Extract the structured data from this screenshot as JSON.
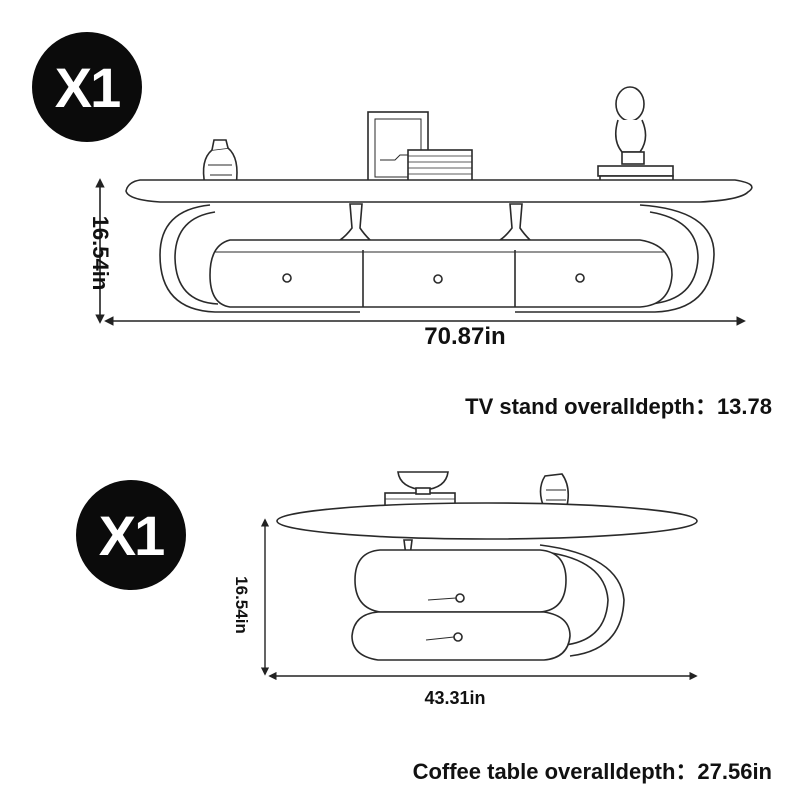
{
  "tv_stand": {
    "quantity": "X1",
    "height": "16.54in",
    "width": "70.87in",
    "depth_caption": "TV stand overalldepth：13.78"
  },
  "coffee_table": {
    "quantity": "X1",
    "height": "16.54in",
    "width": "43.31in",
    "depth_caption": "Coffee  table overalldepth：27.56in"
  }
}
